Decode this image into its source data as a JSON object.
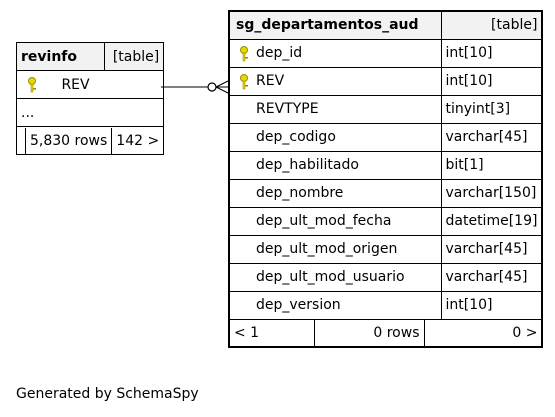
{
  "revinfo": {
    "title": "revinfo",
    "kind": "[table]",
    "columns": [
      {
        "name": "REV",
        "key": true
      }
    ],
    "ellipsis": "...",
    "rows": "5,830 rows",
    "children": "142 >"
  },
  "audit": {
    "title": "sg_departamentos_aud",
    "kind": "[table]",
    "columns": [
      {
        "name": "dep_id",
        "type": "int[10]",
        "key": true
      },
      {
        "name": "REV",
        "type": "int[10]",
        "key": true
      },
      {
        "name": "REVTYPE",
        "type": "tinyint[3]",
        "key": false
      },
      {
        "name": "dep_codigo",
        "type": "varchar[45]",
        "key": false
      },
      {
        "name": "dep_habilitado",
        "type": "bit[1]",
        "key": false
      },
      {
        "name": "dep_nombre",
        "type": "varchar[150]",
        "key": false
      },
      {
        "name": "dep_ult_mod_fecha",
        "type": "datetime[19]",
        "key": false
      },
      {
        "name": "dep_ult_mod_origen",
        "type": "varchar[45]",
        "key": false
      },
      {
        "name": "dep_ult_mod_usuario",
        "type": "varchar[45]",
        "key": false
      },
      {
        "name": "dep_version",
        "type": "int[10]",
        "key": false
      }
    ],
    "parents": "< 1",
    "rows": "0 rows",
    "children": "0 >"
  },
  "footer": "Generated by SchemaSpy",
  "colors": {
    "key_icon": "#e8d800",
    "header_bg": "#f2f2f2"
  }
}
